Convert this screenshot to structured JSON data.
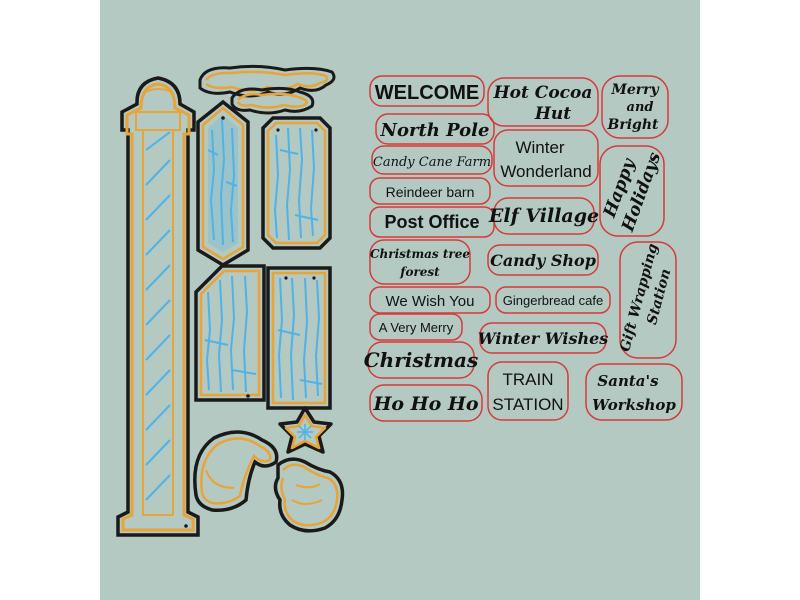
{
  "background_color": "#b3c9c1",
  "colors": {
    "outline": "#1a1a1a",
    "die_line": "#e8a437",
    "wood_fill": "#4fb3e8",
    "stamp_outline": "#d63a3a"
  },
  "die_pieces": [
    {
      "name": "striped-pole-die"
    },
    {
      "name": "snow-cap-die"
    },
    {
      "name": "signpost-die"
    },
    {
      "name": "hanging-sign-die"
    },
    {
      "name": "arrow-plank-die"
    },
    {
      "name": "square-plank-die"
    },
    {
      "name": "star-die"
    },
    {
      "name": "santa-hat-die"
    },
    {
      "name": "mitten-die"
    }
  ],
  "stamps": {
    "welcome": "WELCOME",
    "hot_cocoa_line1": "Hot Cocoa",
    "hot_cocoa_line2": "Hut",
    "merry_line1": "Merry",
    "merry_line2": "and",
    "merry_line3": "Bright",
    "north_pole": "North Pole",
    "winter_wonderland_line1": "Winter",
    "winter_wonderland_line2": "Wonderland",
    "candy_cane_farm": "Candy Cane Farm",
    "happy_holidays_line1": "Happy",
    "happy_holidays_line2": "Holidays",
    "reindeer_barn": "Reindeer barn",
    "post_office": "Post Office",
    "elf_village": "Elf Village",
    "christmas_tree_line1": "Christmas tree",
    "christmas_tree_line2": "forest",
    "candy_shop": "Candy Shop",
    "gift_wrapping_line1": "Gift Wrapping",
    "gift_wrapping_line2": "Station",
    "we_wish_you": "We Wish You",
    "gingerbread_cafe": "Gingerbread cafe",
    "a_very_merry": "A Very Merry",
    "winter_wishes": "Winter Wishes",
    "christmas": "Christmas",
    "train_line1": "TRAIN",
    "train_line2": "STATION",
    "santas_line1": "Santa's",
    "santas_line2": "Workshop",
    "ho_ho_ho": "Ho Ho Ho"
  }
}
